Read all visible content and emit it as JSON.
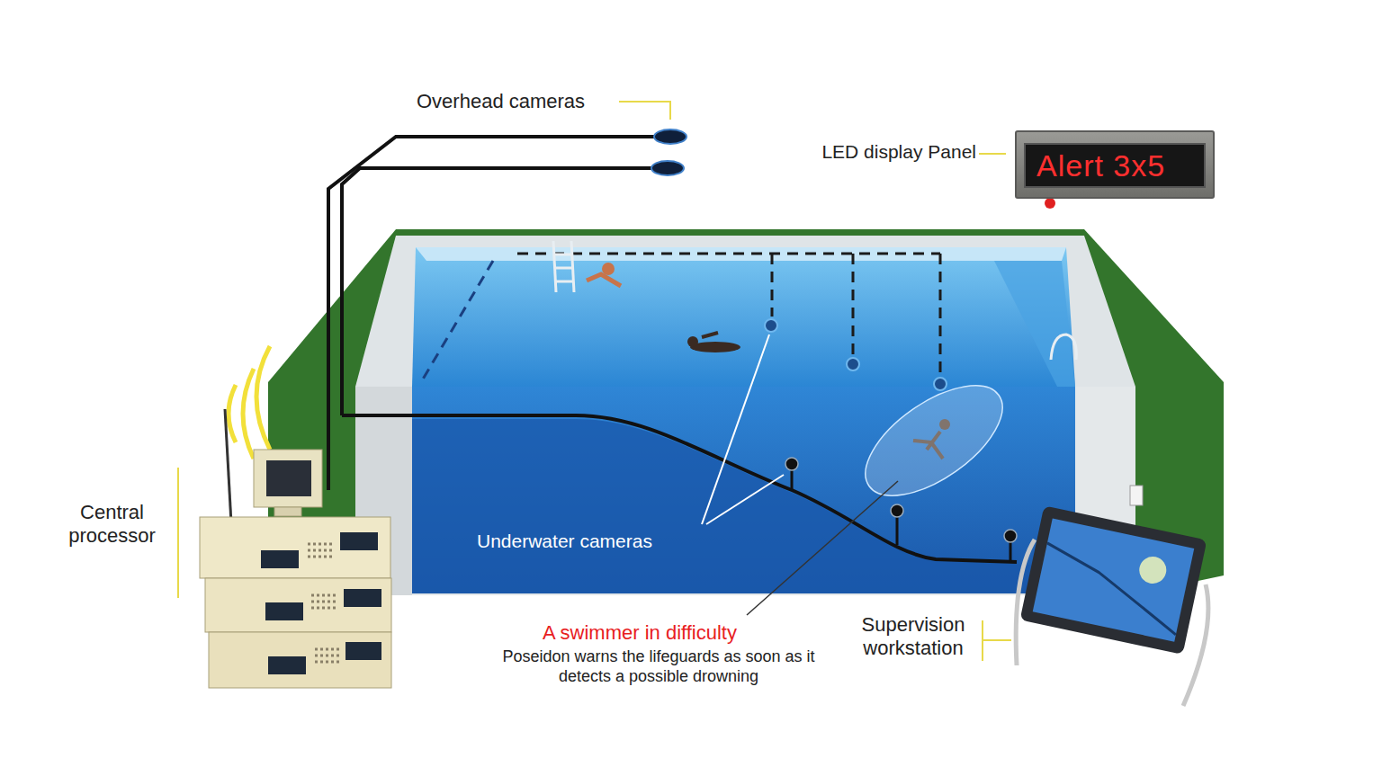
{
  "diagram": {
    "nodes": [
      {
        "text": [
          "LED display Panel",
          "Alert 3x5"
        ]
      }
    ],
    "labels": [
      "Overhead cameras",
      "Central processor",
      "Underwater cameras",
      "A swimmer in difficulty",
      "Poseidon warns the lifeguards as soon as it detects a possible drowning",
      "Supervision workstation"
    ]
  }
}
